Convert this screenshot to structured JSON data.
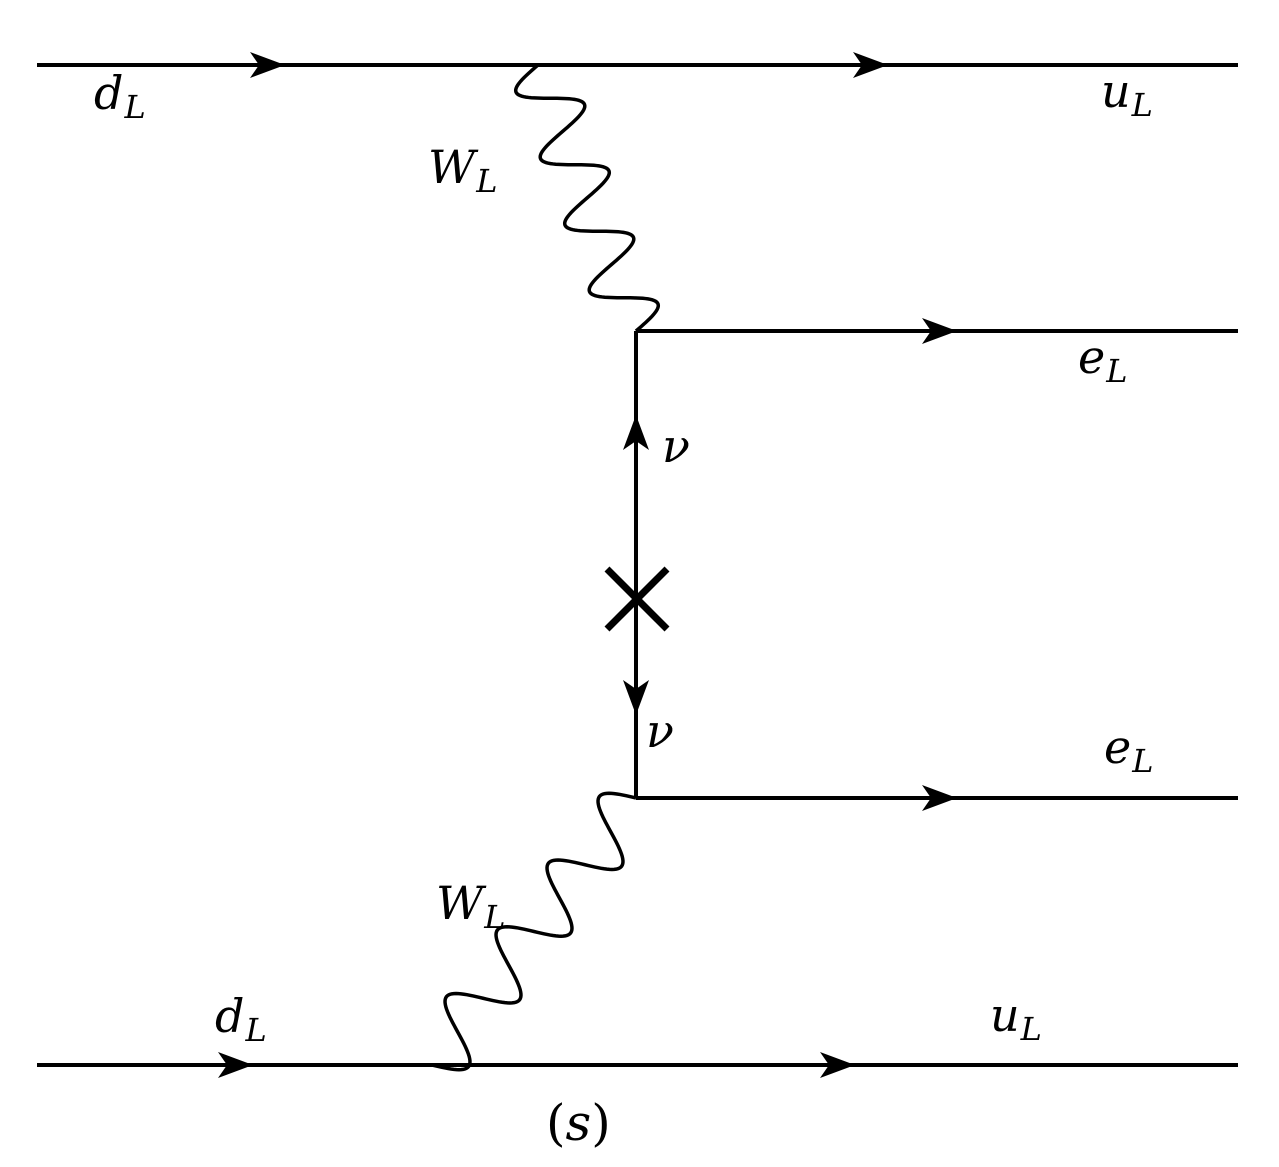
{
  "labels": {
    "d_top": {
      "base": "d",
      "sub": "L"
    },
    "u_top": {
      "base": "u",
      "sub": "L"
    },
    "w_top": {
      "base": "W",
      "sub": "L"
    },
    "e_upper": {
      "base": "e",
      "sub": "L"
    },
    "nu_upper": {
      "base": "ν"
    },
    "nu_lower": {
      "base": "ν"
    },
    "e_lower": {
      "base": "e",
      "sub": "L"
    },
    "w_bottom": {
      "base": "W",
      "sub": "L"
    },
    "d_bottom": {
      "base": "d",
      "sub": "L"
    },
    "u_bottom": {
      "base": "u",
      "sub": "L"
    }
  },
  "caption": {
    "open": "(",
    "symbol": "s",
    "close": ")"
  }
}
